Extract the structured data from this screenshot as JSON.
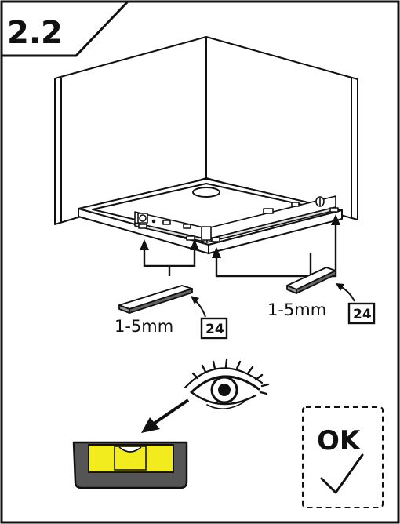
{
  "step": {
    "label": "2.2"
  },
  "shims": {
    "left": {
      "dimension": "1-5mm",
      "part_number": "24"
    },
    "right": {
      "dimension": "1-5mm",
      "part_number": "24"
    }
  },
  "check": {
    "label": "OK"
  },
  "colors": {
    "level_vial": "#f2ec1e",
    "level_body": "#555555",
    "ink": "#111111"
  }
}
